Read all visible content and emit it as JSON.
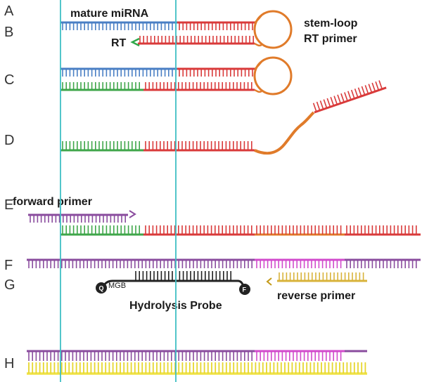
{
  "row_letters": [
    "A",
    "B",
    "C",
    "D",
    "E",
    "F",
    "G",
    "H"
  ],
  "labels": {
    "mature_mirna": "mature miRNA",
    "stem_loop_line1": "stem-loop",
    "stem_loop_line2": "RT primer",
    "rt": "RT",
    "forward_primer": "forward primer",
    "reverse_primer": "reverse primer",
    "hydrolysis_probe": "Hydrolysis Probe",
    "mgb": "MGB",
    "quencher": "Q",
    "fluorophore": "F"
  },
  "colors": {
    "mirna_blue": "#4a7fc4",
    "primer_red": "#d93a3a",
    "loop_orange": "#e07b2a",
    "cdna_green": "#3fa64a",
    "forward_purple": "#8a4c9e",
    "reverse_gold": "#d8b33a",
    "probe_black": "#222222",
    "magenta": "#d24bcc",
    "yellow": "#f0e34a",
    "guide_cyan": "#3fbfc4",
    "arrow_green": "#2fa84a"
  }
}
